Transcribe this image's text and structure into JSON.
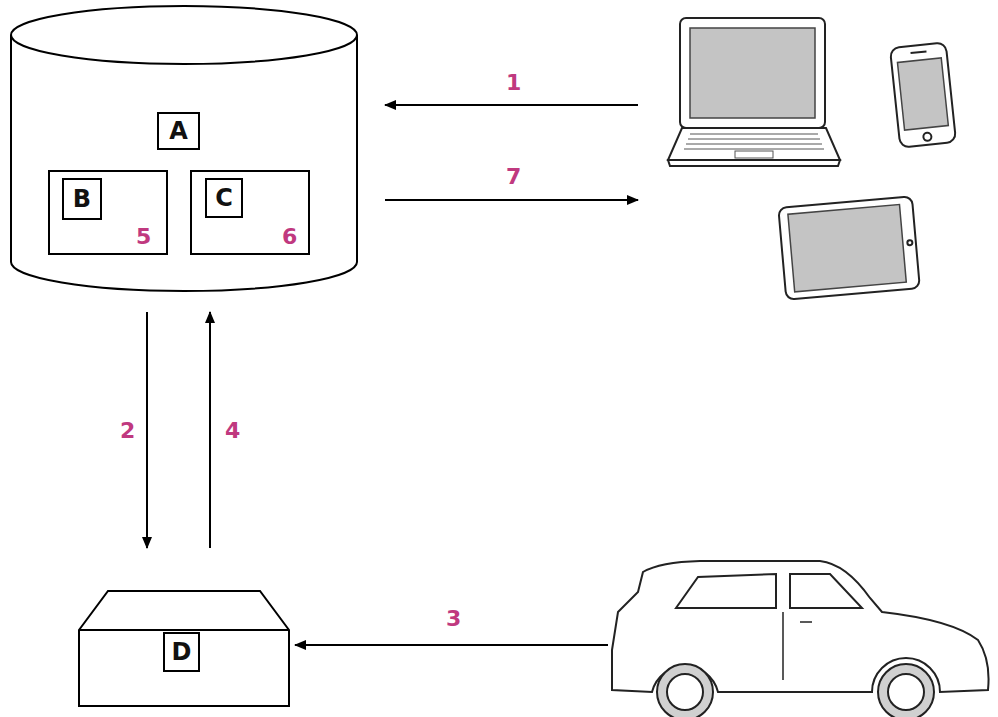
{
  "diagram": {
    "nodes": [
      {
        "text": [
          "A"
        ]
      },
      {
        "text": [
          "B",
          "5"
        ],
        "in": 0
      },
      {
        "text": [
          "C",
          "6"
        ],
        "in": 0
      },
      {
        "text": [
          "D"
        ]
      }
    ],
    "edges": [
      {
        "from": 0,
        "to": 3,
        "label": "2",
        "arrow": "to"
      },
      {
        "from": 3,
        "to": 0,
        "label": "4",
        "arrow": "to"
      }
    ],
    "labels": [
      "1",
      "7",
      "3"
    ]
  }
}
